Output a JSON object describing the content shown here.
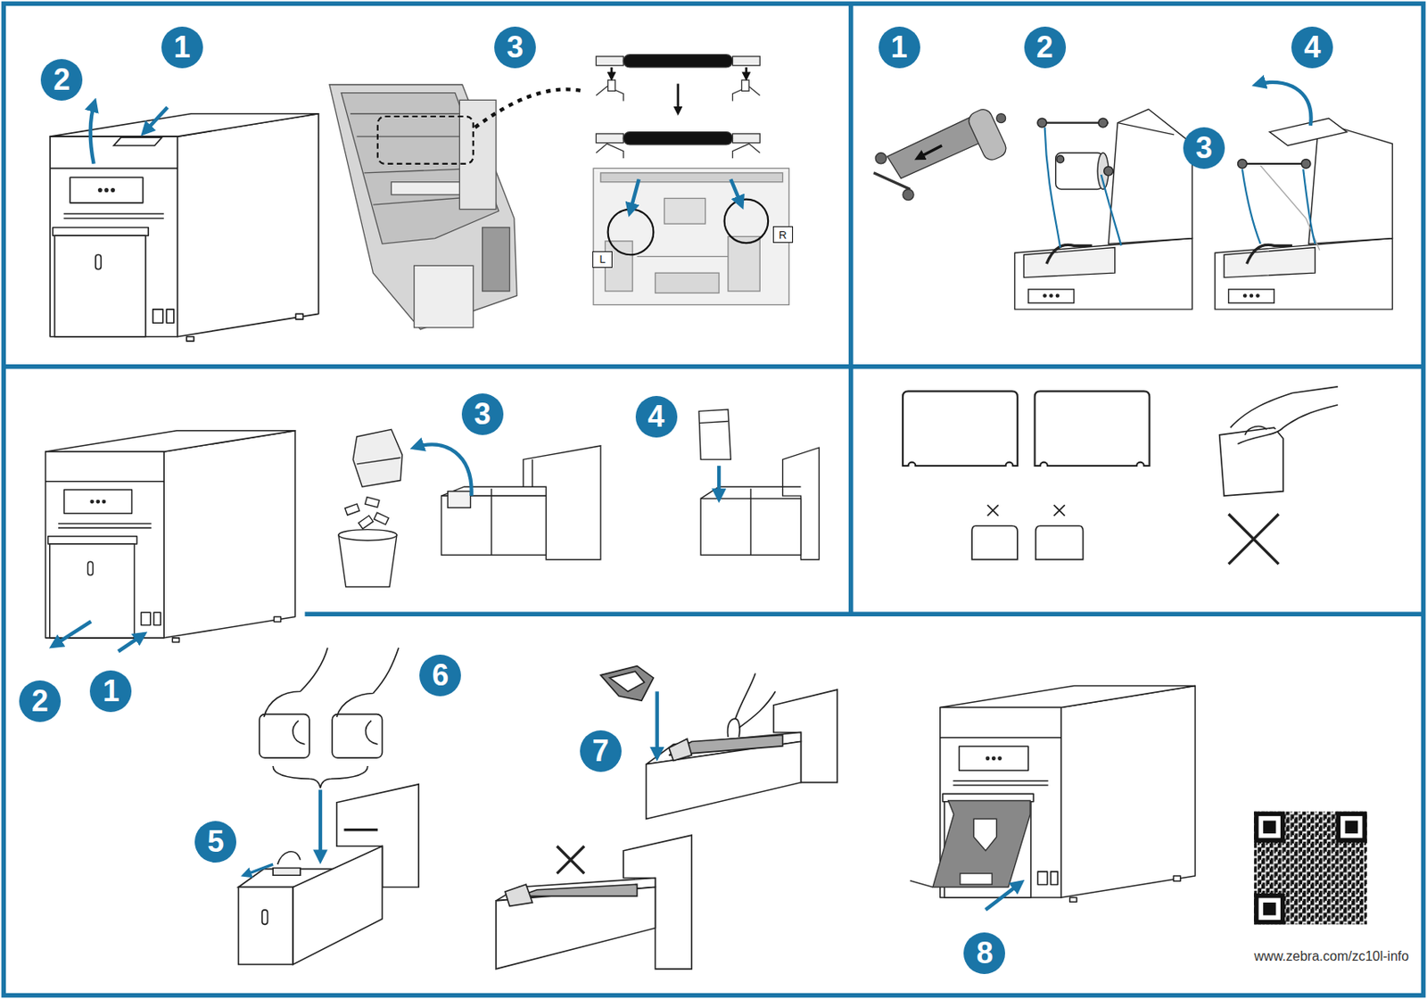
{
  "diagram": {
    "nodes": [
      {
        "text": [
          "1"
        ]
      },
      {
        "text": [
          "2"
        ]
      },
      {
        "text": [
          "3"
        ]
      },
      {
        "text": [
          "L"
        ]
      },
      {
        "text": [
          "R"
        ]
      },
      {
        "text": [
          "1"
        ]
      },
      {
        "text": [
          "2"
        ]
      },
      {
        "text": [
          "4"
        ]
      },
      {
        "text": [
          "3"
        ]
      },
      {
        "text": [
          "3"
        ]
      },
      {
        "text": [
          "4"
        ]
      },
      {
        "text": [
          "6"
        ]
      },
      {
        "text": [
          "2"
        ]
      },
      {
        "text": [
          "1"
        ]
      },
      {
        "text": [
          "7"
        ]
      },
      {
        "text": [
          "5"
        ]
      },
      {
        "text": [
          "8"
        ]
      }
    ],
    "labels": [
      "www.zebra.com/zc10l-info"
    ]
  }
}
